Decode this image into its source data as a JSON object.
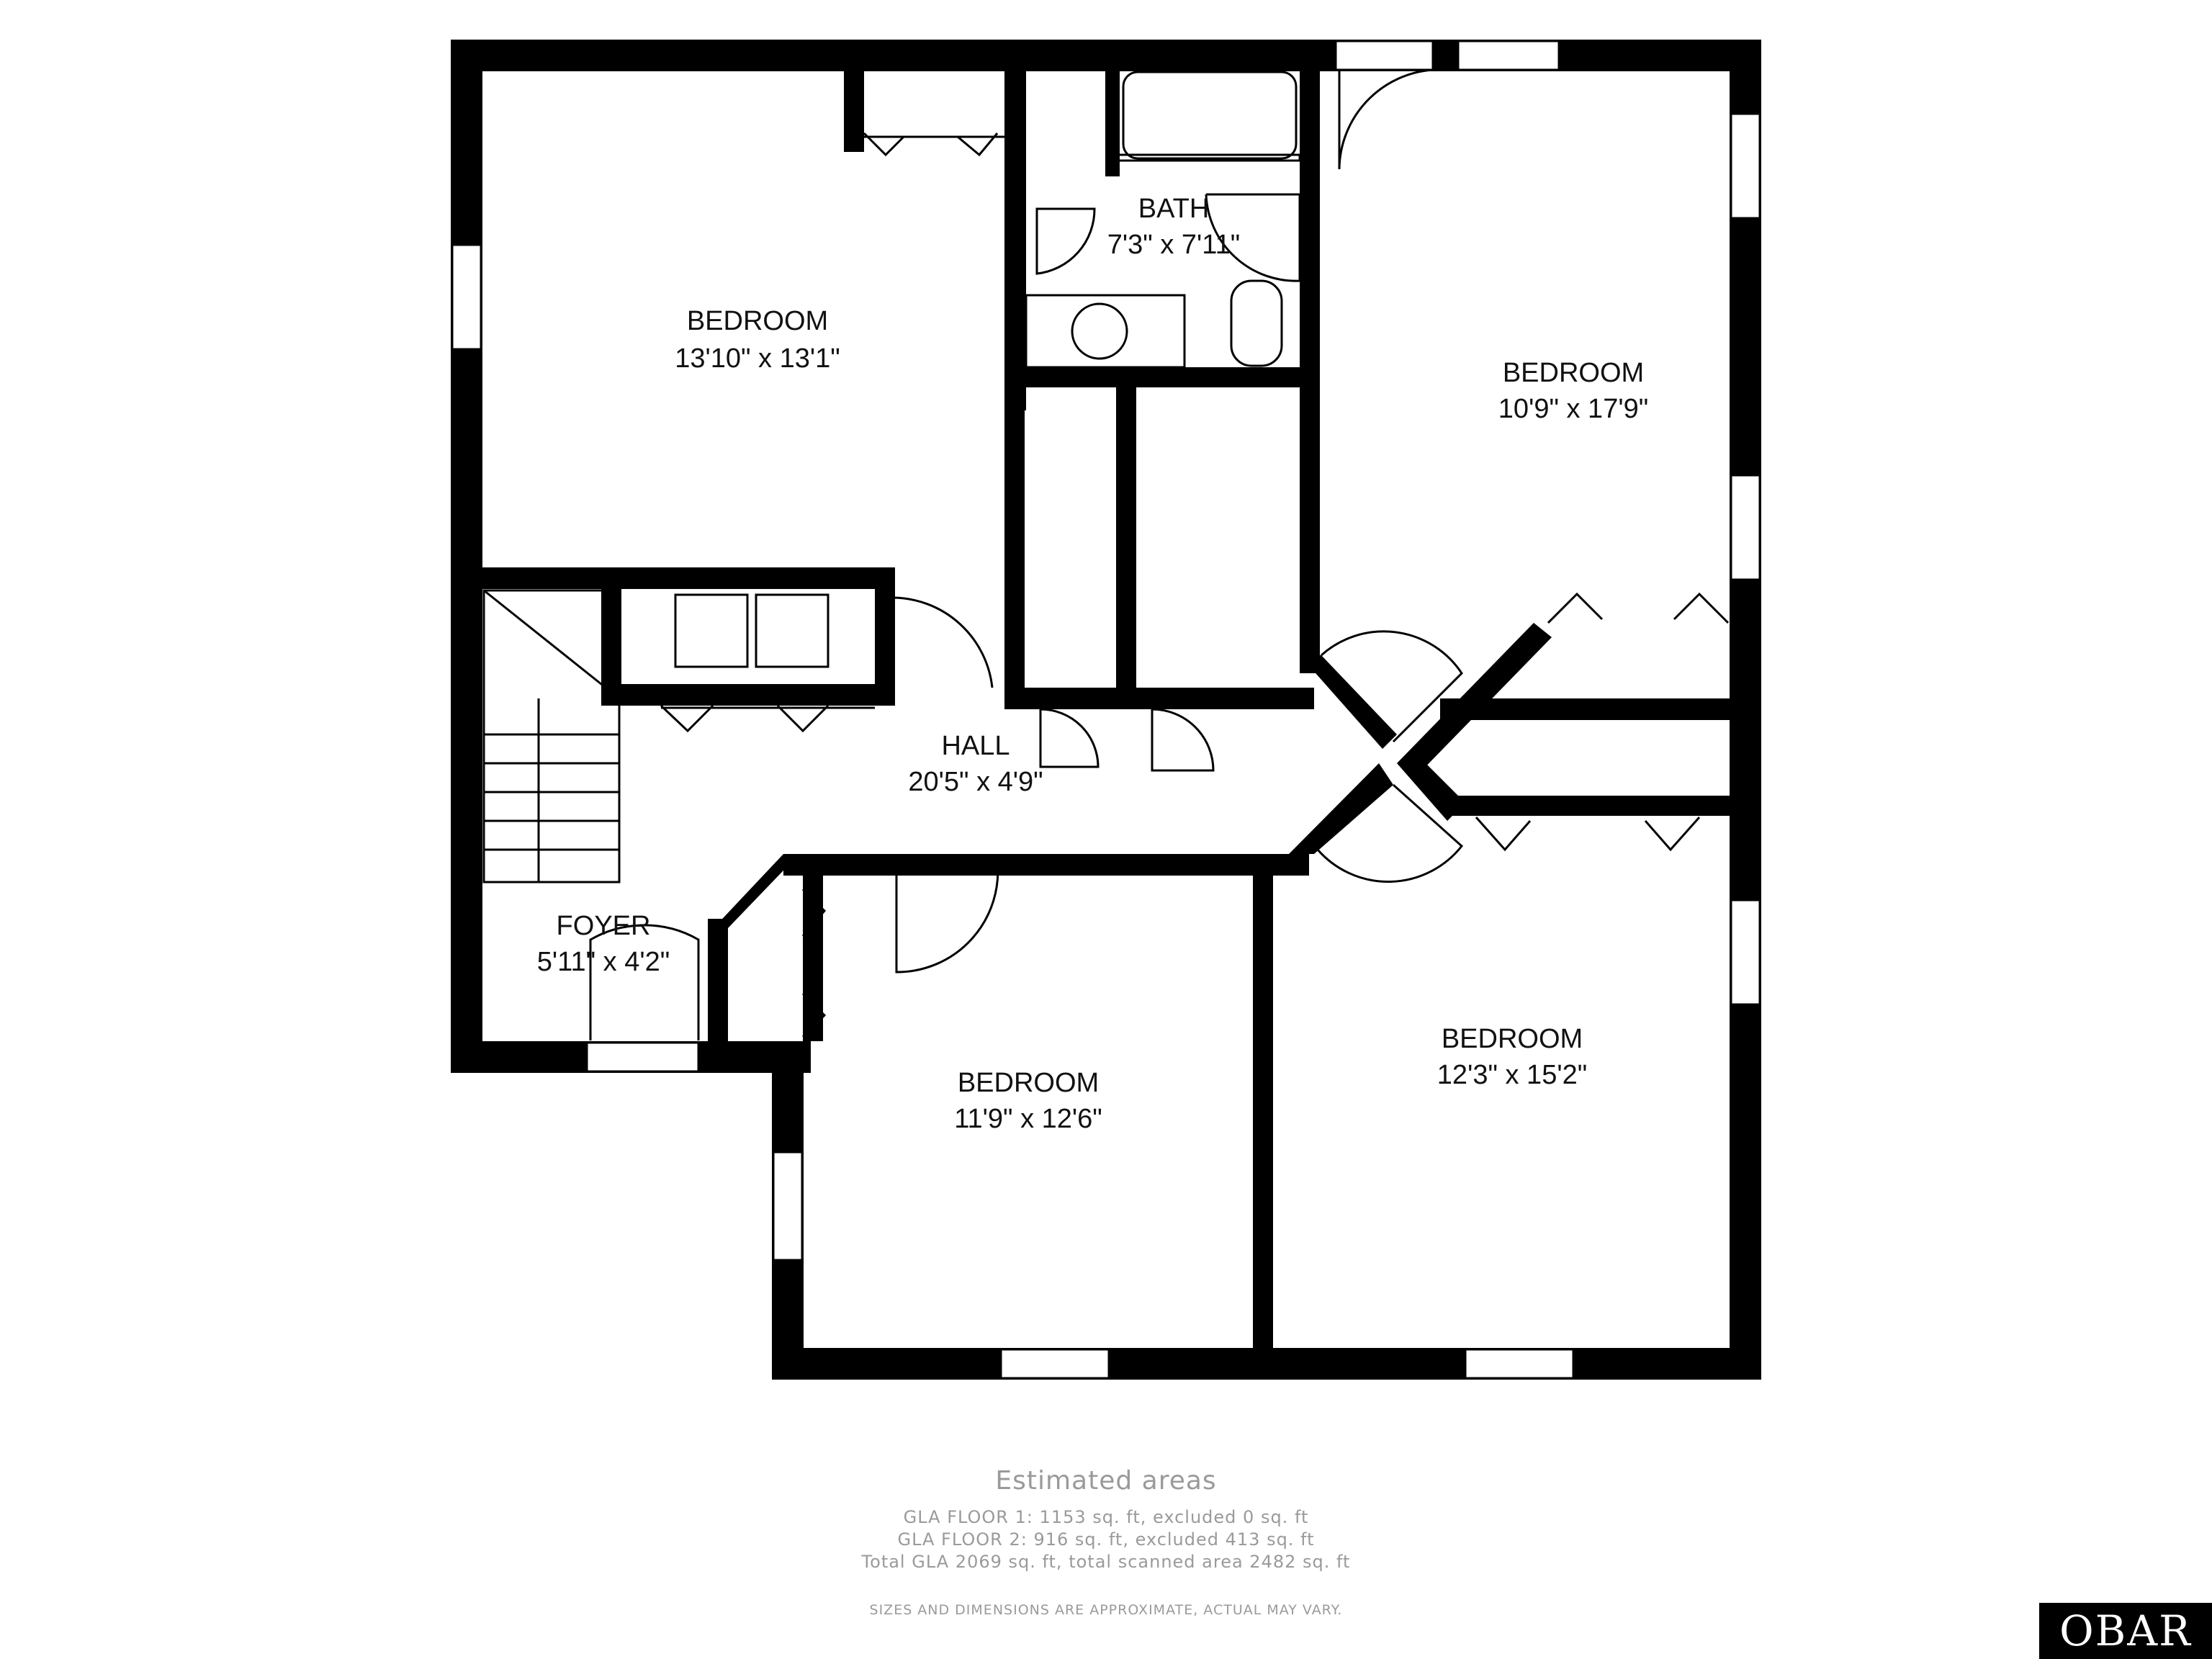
{
  "rooms": {
    "bedroom_nw": {
      "name": "BEDROOM",
      "dims": "13'10\" x 13'1\""
    },
    "bath": {
      "name": "BATH",
      "dims": "7'3\" x 7'11\""
    },
    "bedroom_ne": {
      "name": "BEDROOM",
      "dims": "10'9\" x 17'9\""
    },
    "hall": {
      "name": "HALL",
      "dims": "20'5\" x 4'9\""
    },
    "foyer": {
      "name": "FOYER",
      "dims": "5'11\" x 4'2\""
    },
    "bedroom_s": {
      "name": "BEDROOM",
      "dims": "11'9\" x 12'6\""
    },
    "bedroom_se": {
      "name": "BEDROOM",
      "dims": "12'3\" x 15'2\""
    }
  },
  "footer": {
    "title": "Estimated areas",
    "line1": "GLA FLOOR 1: 1153 sq. ft, excluded 0 sq. ft",
    "line2": "GLA FLOOR 2: 916 sq. ft, excluded 413 sq. ft",
    "line3": "Total GLA 2069 sq. ft, total scanned area 2482 sq. ft",
    "note": "SIZES AND DIMENSIONS ARE APPROXIMATE, ACTUAL MAY VARY."
  },
  "logo": "OBAR",
  "colors": {
    "wall": "#000000",
    "fixture_line": "#000000",
    "footer_text": "#9a9a9a",
    "background": "#ffffff"
  }
}
